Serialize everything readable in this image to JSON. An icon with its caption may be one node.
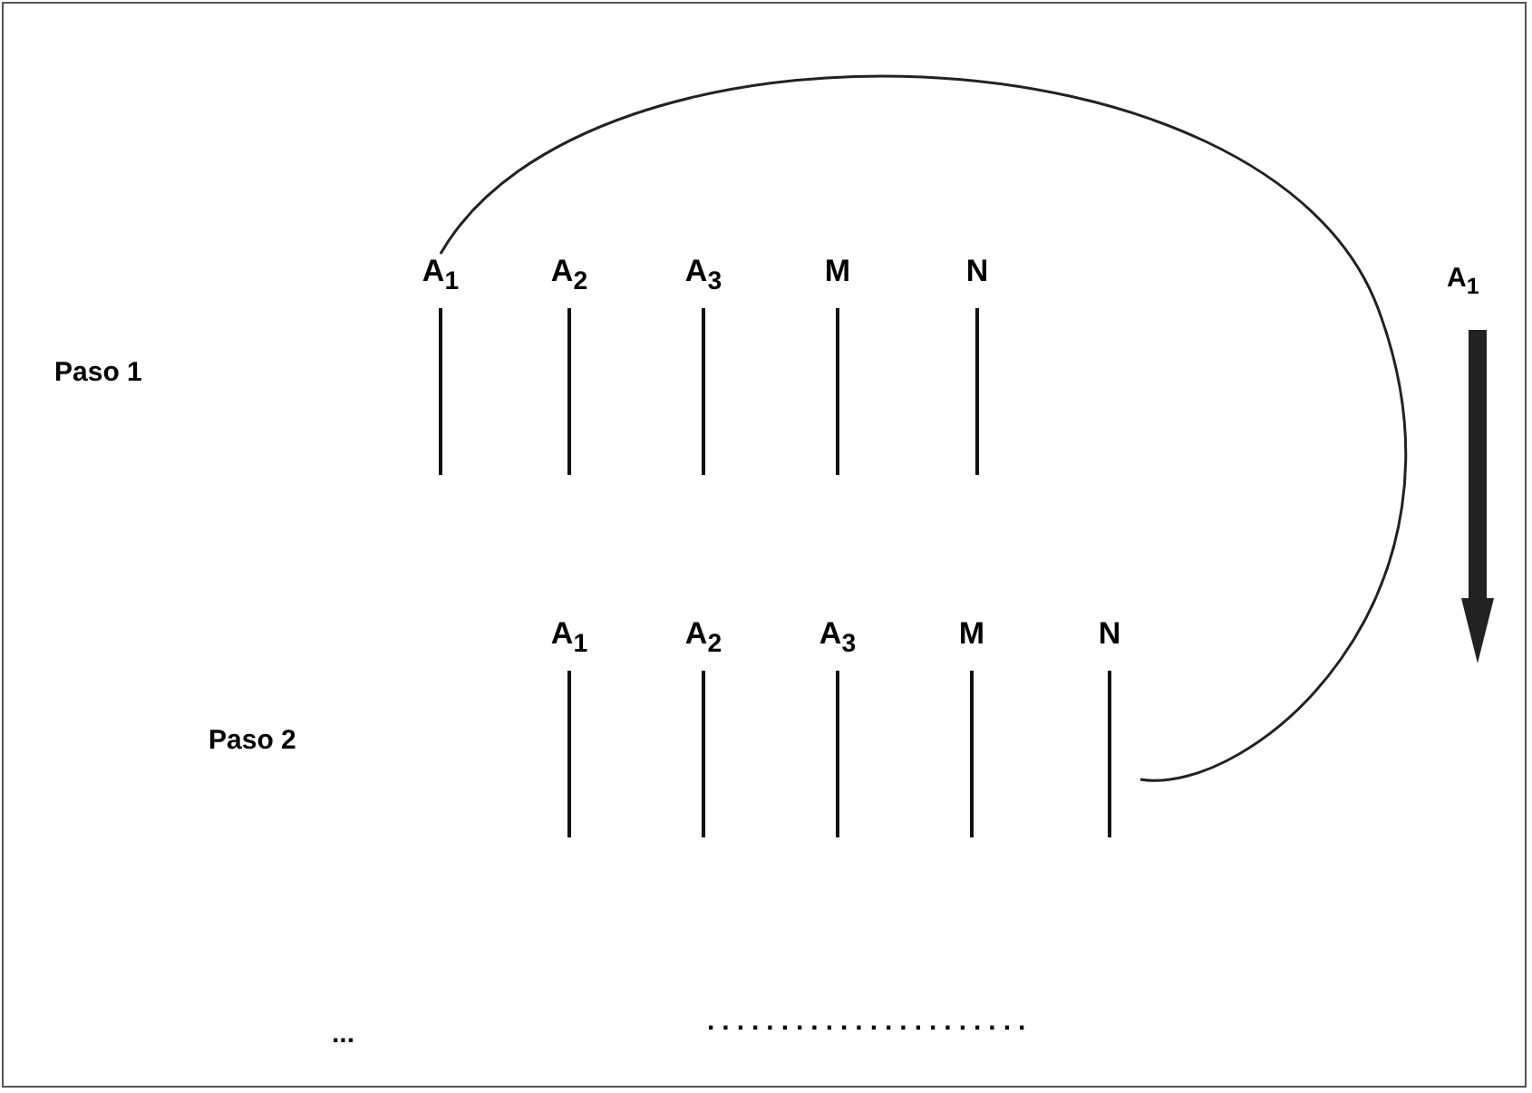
{
  "diagram": {
    "nodes": [
      {
        "text": [
          "A$_{1}$"
        ]
      },
      {
        "text": [
          "A$_{2}$"
        ]
      },
      {
        "text": [
          "A$_{3}$"
        ]
      },
      {
        "text": [
          "M"
        ]
      },
      {
        "text": [
          "N"
        ]
      },
      {
        "text": [
          "A$_{1}$"
        ]
      },
      {
        "text": [
          "A$_{2}$"
        ]
      },
      {
        "text": [
          "A$_{3}$"
        ]
      },
      {
        "text": [
          "M"
        ]
      },
      {
        "text": [
          "N"
        ]
      }
    ],
    "edges": [
      {
        "from": 0,
        "to": 9,
        "arrow": "none"
      }
    ],
    "labels": [
      "Paso 1",
      "A$_{1}$",
      "Paso 2",
      "...",
      "......................"
    ]
  }
}
